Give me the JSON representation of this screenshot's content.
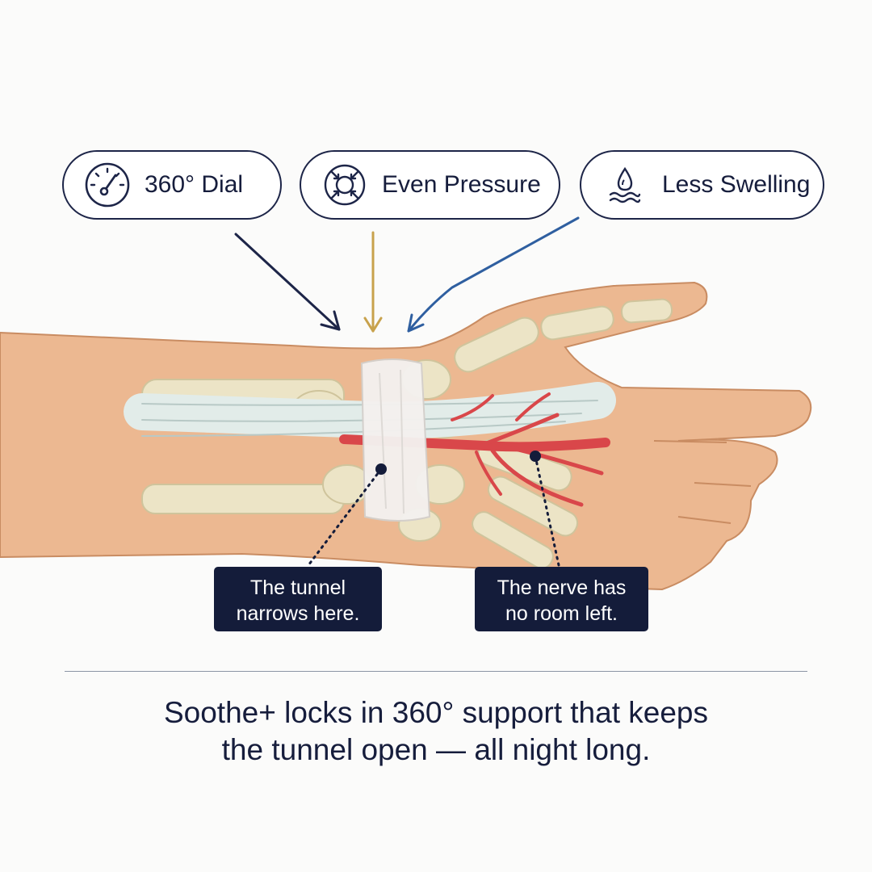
{
  "features": [
    {
      "label": "360° Dial",
      "icon": "dial-gauge-icon"
    },
    {
      "label": "Even Pressure",
      "icon": "compression-ring-icon"
    },
    {
      "label": "Less Swelling",
      "icon": "water-drop-wave-icon"
    }
  ],
  "callouts": {
    "tunnel": "The tunnel\nnarrows here.",
    "nerve": "The nerve has\nno room left."
  },
  "caption": {
    "line1": "Soothe+ locks in 360° support that keeps",
    "line2": "the tunnel open — all night long."
  },
  "colors": {
    "navy": "#141c3a",
    "arrow_gold": "#c8a24c",
    "arrow_blue": "#2f5fa0",
    "skin": "#ecb891",
    "bone": "#ece4c6",
    "tendon": "#dfeae8",
    "nerve": "#d9474a"
  }
}
